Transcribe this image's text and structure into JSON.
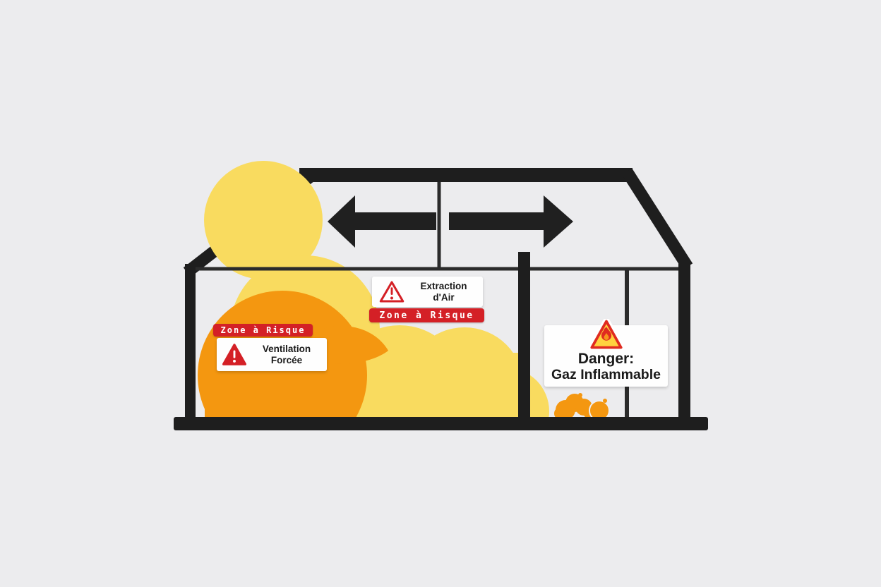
{
  "scene": {
    "background_color": "#ECECEE",
    "structure_color": "#1E1E1E",
    "gas_cloud_yellow": "#F9DB5F",
    "gas_cloud_orange": "#F49710",
    "banner_red": "#D42026",
    "sign_background": "#FEFEFE",
    "flame_triangle_yellow": "#FFD23F",
    "airflow_arrows": "bidirectional-horizontal"
  },
  "diagram": {
    "left_zone": {
      "banner_label": "Zone à Risque",
      "sign_line1": "Ventilation",
      "sign_line2": "Forcée",
      "icon": "warning-triangle-solid-icon"
    },
    "extraction_zone": {
      "sign_line1": "Extraction",
      "sign_line2": "d'Air",
      "banner_label": "Zone à Risque",
      "icon": "warning-triangle-outline-icon"
    },
    "danger_zone": {
      "sign_line1": "Danger:",
      "sign_line2": "Gaz Inflammable",
      "icon": "flammable-gas-triangle-icon"
    }
  }
}
